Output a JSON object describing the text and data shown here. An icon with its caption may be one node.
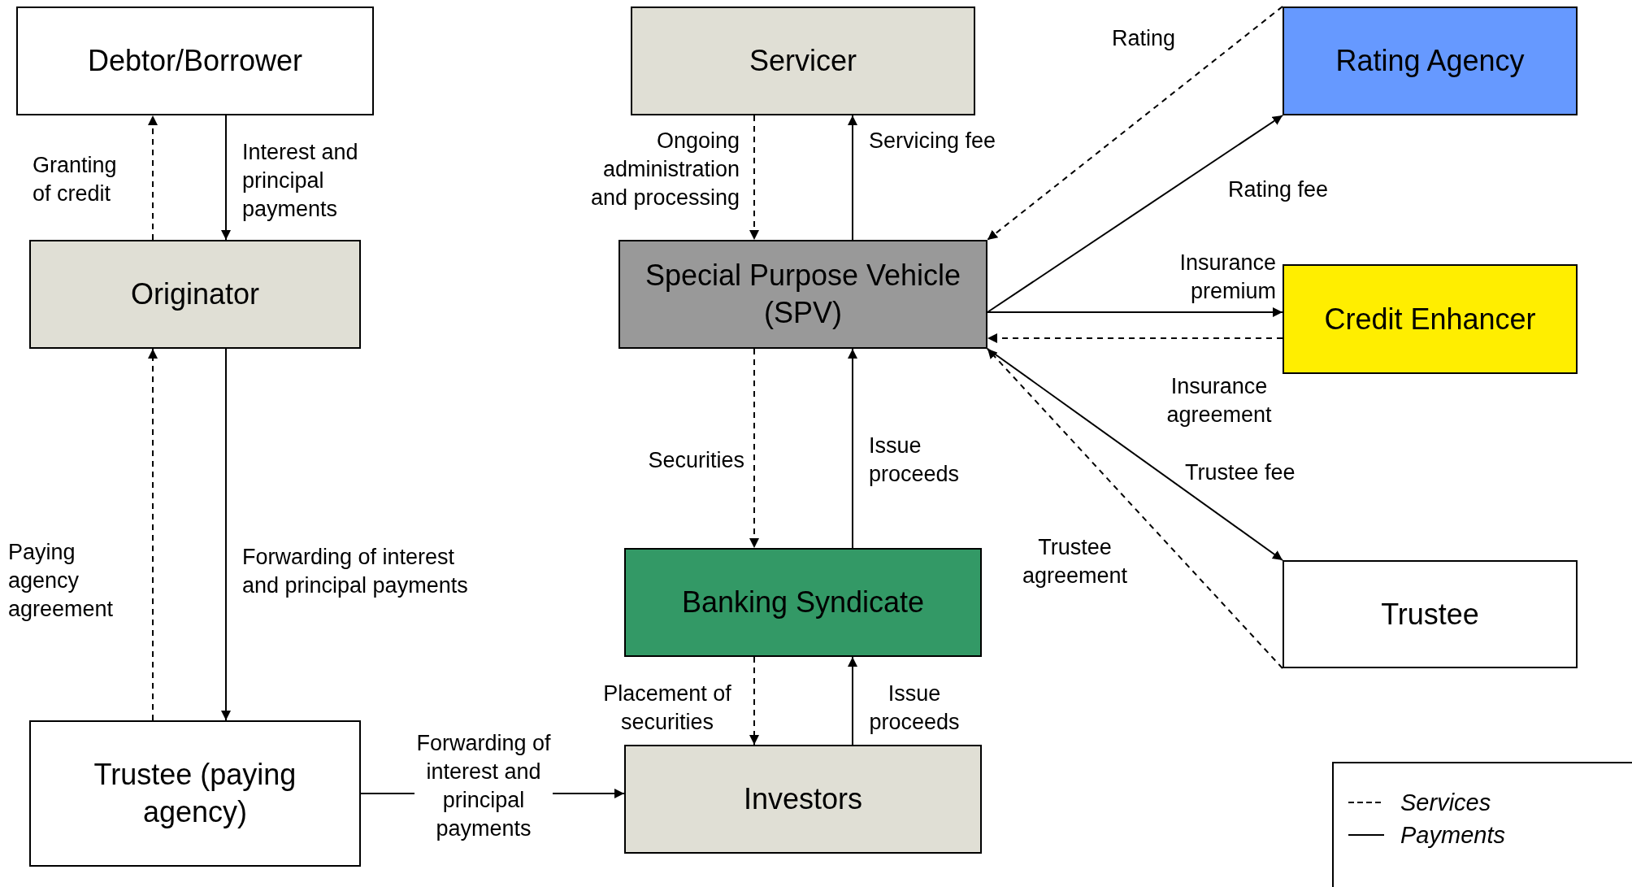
{
  "diagram": {
    "nodes": [
      {
        "text": [
          "Debtor/Borrower"
        ]
      },
      {
        "text": [
          "Servicer"
        ]
      },
      {
        "text": [
          "Rating Agency"
        ]
      },
      {
        "text": [
          "Originator"
        ]
      },
      {
        "text": [
          "Special Purpose Vehicle (SPV)"
        ]
      },
      {
        "text": [
          "Credit Enhancer"
        ]
      },
      {
        "text": [
          "Banking Syndicate"
        ]
      },
      {
        "text": [
          "Trustee"
        ]
      },
      {
        "text": [
          "Trustee (paying agency)"
        ]
      },
      {
        "text": [
          "Investors"
        ]
      }
    ],
    "edges": [
      {
        "from": 3,
        "to": 0,
        "arrow": "to",
        "style": "dashed",
        "label": "Granting of credit"
      },
      {
        "from": 0,
        "to": 3,
        "arrow": "to",
        "label": "Interest and principal payments"
      },
      {
        "from": 1,
        "to": 4,
        "arrow": "to",
        "style": "dashed",
        "label": "Ongoing administration and processing"
      },
      {
        "from": 4,
        "to": 1,
        "arrow": "to",
        "label": "Servicing fee"
      },
      {
        "from": 2,
        "to": 4,
        "arrow": "to",
        "style": "dashed",
        "label": "Rating"
      },
      {
        "from": 4,
        "to": 2,
        "arrow": "to",
        "label": "Rating fee"
      },
      {
        "from": 4,
        "to": 5,
        "arrow": "to",
        "label": "Insurance premium"
      },
      {
        "from": 5,
        "to": 4,
        "arrow": "to",
        "style": "dashed",
        "label": "Insurance agreement"
      },
      {
        "from": 4,
        "to": 7,
        "arrow": "to",
        "label": "Trustee fee"
      },
      {
        "from": 7,
        "to": 4,
        "arrow": "to",
        "style": "dashed",
        "label": "Trustee agreement"
      },
      {
        "from": 4,
        "to": 6,
        "arrow": "to",
        "style": "dashed",
        "label": "Securities"
      },
      {
        "from": 6,
        "to": 4,
        "arrow": "to",
        "label": "Issue proceeds"
      },
      {
        "from": 6,
        "to": 9,
        "arrow": "to",
        "style": "dashed",
        "label": "Placement of securities"
      },
      {
        "from": 9,
        "to": 6,
        "arrow": "to",
        "label": "Issue proceeds"
      },
      {
        "from": 8,
        "to": 3,
        "arrow": "to",
        "style": "dashed",
        "label": "Paying agency agreement"
      },
      {
        "from": 3,
        "to": 8,
        "arrow": "to",
        "label": "Forwarding of interest and principal payments"
      },
      {
        "from": 8,
        "to": 9,
        "arrow": "to",
        "label": "Forwarding of interest and principal payments"
      }
    ],
    "legend": [
      {
        "text": "Services"
      },
      {
        "text": "Payments"
      }
    ]
  }
}
